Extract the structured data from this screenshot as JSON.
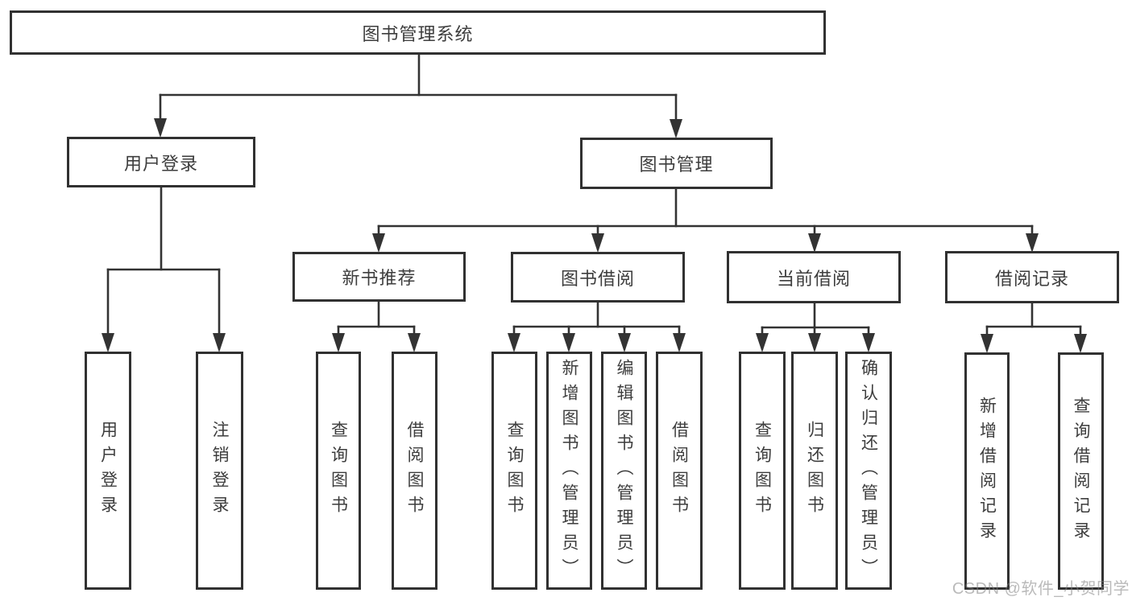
{
  "tree": {
    "label": "图书管理系统",
    "children": [
      {
        "label": "用户登录",
        "children": [
          {
            "label": "用户登录"
          },
          {
            "label": "注销登录"
          }
        ]
      },
      {
        "label": "图书管理",
        "children": [
          {
            "label": "新书推荐",
            "children": [
              {
                "label": "查询图书"
              },
              {
                "label": "借阅图书"
              }
            ]
          },
          {
            "label": "图书借阅",
            "children": [
              {
                "label": "查询图书"
              },
              {
                "label": "新增图书（管理员）"
              },
              {
                "label": "编辑图书（管理员）"
              },
              {
                "label": "借阅图书"
              }
            ]
          },
          {
            "label": "当前借阅",
            "children": [
              {
                "label": "查询图书"
              },
              {
                "label": "归还图书"
              },
              {
                "label": "确认归还（管理员）"
              }
            ]
          },
          {
            "label": "借阅记录",
            "children": [
              {
                "label": "新增借阅记录"
              },
              {
                "label": "查询借阅记录"
              }
            ]
          }
        ]
      }
    ]
  },
  "watermark": "CSDN @软件_小贺同学",
  "colors": {
    "line": "#333333",
    "box_border": "#313131",
    "text": "#3d3d3d",
    "watermark": "#c4c4c4",
    "background": "#ffffff"
  }
}
